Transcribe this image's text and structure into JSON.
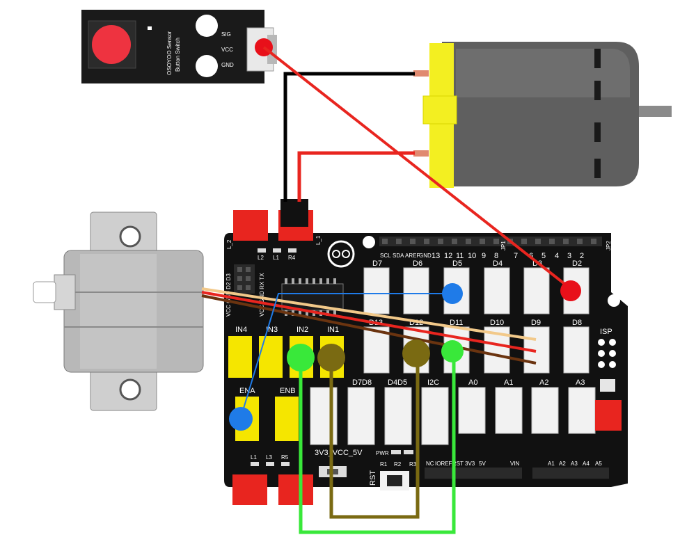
{
  "button_module": {
    "brand": "OSOYOO Sensor",
    "name": "Button Switch",
    "pins": [
      "SIG",
      "VCC",
      "GND"
    ]
  },
  "board": {
    "motor_labels": [
      "L_2",
      "L_1"
    ],
    "top_small": [
      "L2",
      "L1",
      "R4"
    ],
    "bottom_small": [
      "L1",
      "L3",
      "R5"
    ],
    "left_vertical": "VCC GND D2 D3",
    "left_vertical2": "VCC GND RX TX",
    "input_labels": [
      "IN4",
      "IN3",
      "IN2",
      "IN1"
    ],
    "enable_labels": [
      "ENA",
      "ENB"
    ],
    "header_top": [
      "SCL",
      "SDA",
      "AREF",
      "GND",
      "13",
      "12",
      "11",
      "10",
      "9",
      "8",
      "7",
      "6",
      "5",
      "4",
      "3",
      "2"
    ],
    "jp1": "JP1",
    "jp2": "JP2",
    "digital_row1": [
      "D7",
      "D6",
      "D5",
      "D4",
      "D3",
      "D2"
    ],
    "digital_row2": [
      "D13",
      "D12",
      "D11",
      "D10",
      "D9",
      "D8"
    ],
    "row3": [
      "D7D8",
      "D4D5",
      "I2C",
      "A0",
      "A1",
      "A2",
      "A3"
    ],
    "isp": "ISP",
    "power_label": "3V3_VCC_5V",
    "pwr": "PWR",
    "resistors": [
      "R1",
      "R2",
      "R3"
    ],
    "rst": "RST",
    "bottom_power": [
      "NC",
      "IOREF",
      "RST",
      "3V3",
      "5V",
      "",
      "VIN"
    ],
    "analog": [
      "A1",
      "A2",
      "A3",
      "A4",
      "A5"
    ]
  },
  "colors": {
    "board": "#111111",
    "yellow_port": "#f5e600",
    "red_port": "#e8251f",
    "wire_red": "#e8251f",
    "wire_black": "#000000",
    "wire_green": "#39e83a",
    "wire_olive": "#7a6a12",
    "wire_blue": "#1f7be8",
    "wire_tan": "#f2c98a",
    "wire_brown": "#6b3410"
  }
}
